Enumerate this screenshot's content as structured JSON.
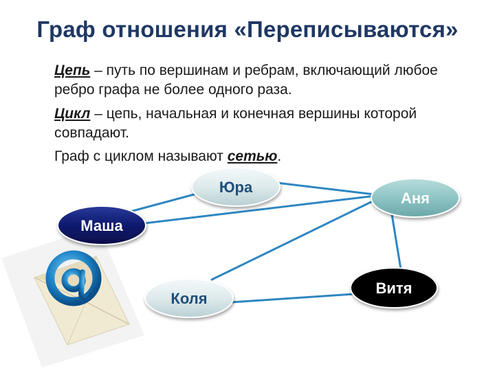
{
  "title": "Граф отношения «Переписываются»",
  "definitions": {
    "chain_term": "Цепь",
    "chain_text": " – путь по вершинам и ребрам, включающий любое ребро графа не более одного раза.",
    "cycle_term": "Цикл",
    "cycle_text": " – цепь, начальная и конечная вершины которой совпадают.",
    "network_prefix": "Граф с циклом называют ",
    "network_term": "сетью",
    "network_suffix": "."
  },
  "graph": {
    "nodes": [
      {
        "id": "masha",
        "label": "Маша",
        "style": "dark-blue"
      },
      {
        "id": "yura",
        "label": "Юра",
        "style": "light"
      },
      {
        "id": "anya",
        "label": "Аня",
        "style": "teal"
      },
      {
        "id": "kolya",
        "label": "Коля",
        "style": "light"
      },
      {
        "id": "vitya",
        "label": "Витя",
        "style": "black"
      }
    ],
    "edges": [
      [
        "masha",
        "yura"
      ],
      [
        "masha",
        "anya"
      ],
      [
        "yura",
        "anya"
      ],
      [
        "kolya",
        "anya"
      ],
      [
        "anya",
        "vitya"
      ],
      [
        "kolya",
        "vitya"
      ]
    ],
    "edge_color": "#2e86c1"
  },
  "colors": {
    "title": "#1f3864",
    "dark_blue_node": "#0d1a6e",
    "teal_node": "#8fc4c4",
    "light_node": "#dbe8ea",
    "black_node": "#000000"
  },
  "icons": {
    "envelope": "envelope-at-icon"
  }
}
